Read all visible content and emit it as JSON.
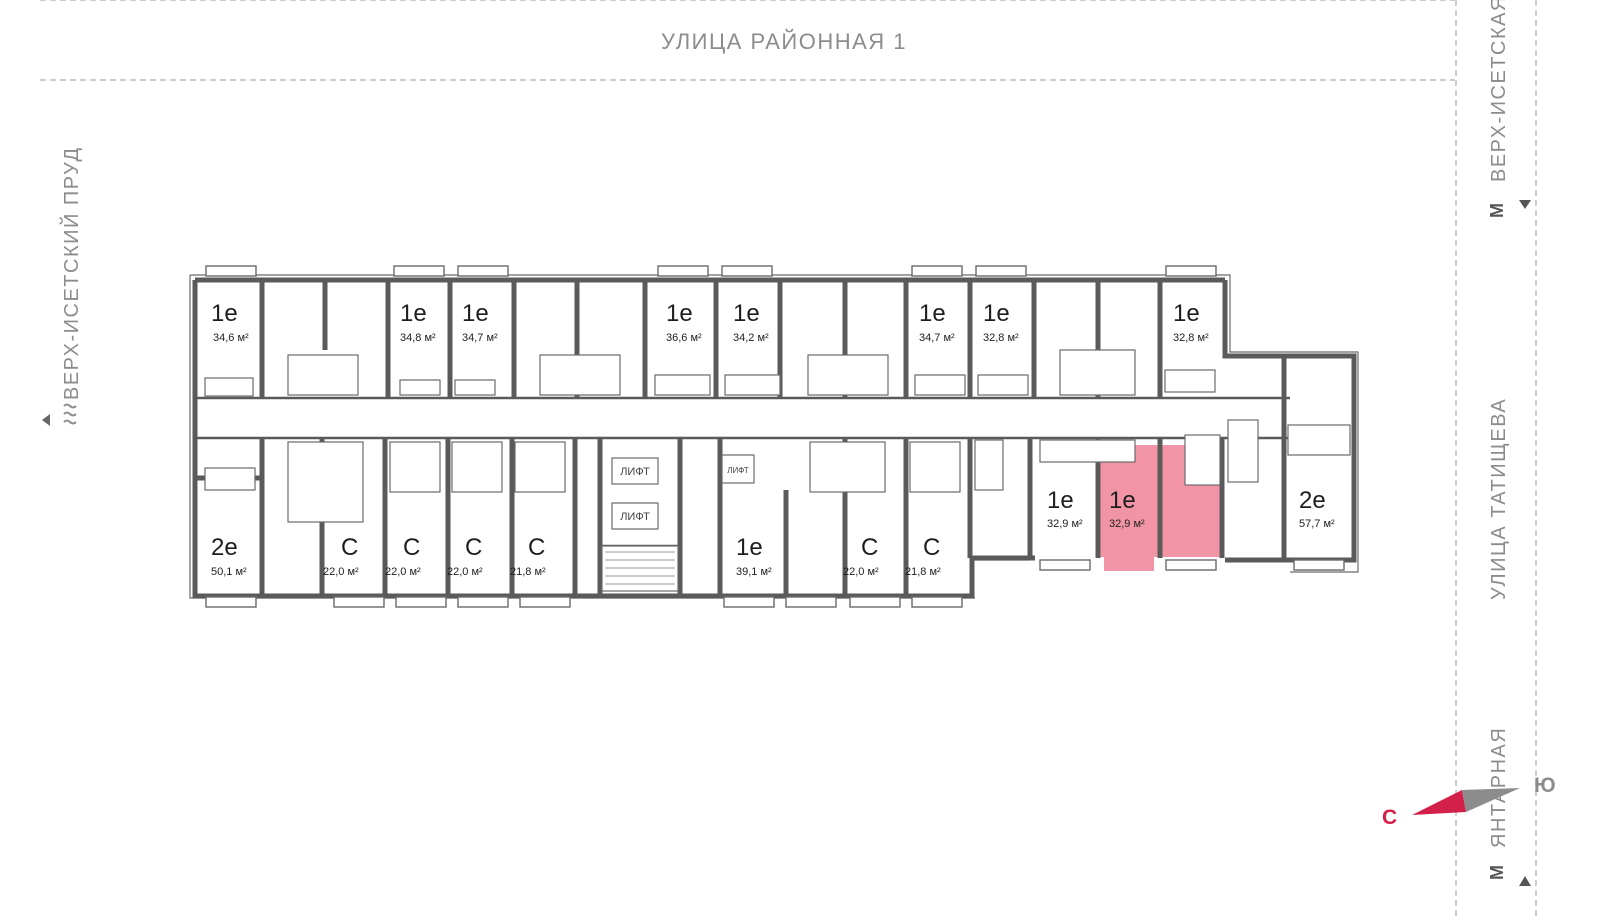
{
  "streets": {
    "top": "УЛИЦА  РАЙОННАЯ  1",
    "left": "ВЕРХ-ИСЕТСКИЙ  ПРУД",
    "right_main": "УЛИЦА  ТАТИЩЕВА",
    "metro_top": "ВЕРХ-ИСЕТСКАЯ",
    "metro_bottom": "ЯНТАРНАЯ"
  },
  "metro_icon": "М",
  "lift_label": "ЛИФТ",
  "compass": {
    "north": "С",
    "south": "Ю",
    "north_color": "#d2204a",
    "south_color": "#8c8c8c"
  },
  "highlight_color": "#e8546f",
  "selected_apartment": "apt-1e-32-9-b",
  "apartments": [
    {
      "id": "apt-1e-34-6",
      "type": "1е",
      "area": "34,6 м²"
    },
    {
      "id": "apt-1e-34-8",
      "type": "1е",
      "area": "34,8 м²"
    },
    {
      "id": "apt-1e-34-7-a",
      "type": "1е",
      "area": "34,7 м²"
    },
    {
      "id": "apt-1e-36-6",
      "type": "1е",
      "area": "36,6 м²"
    },
    {
      "id": "apt-1e-34-2",
      "type": "1е",
      "area": "34,2 м²"
    },
    {
      "id": "apt-1e-34-7-b",
      "type": "1е",
      "area": "34,7 м²"
    },
    {
      "id": "apt-1e-32-8-a",
      "type": "1е",
      "area": "32,8 м²"
    },
    {
      "id": "apt-1e-32-8-b",
      "type": "1е",
      "area": "32,8 м²"
    },
    {
      "id": "apt-2e-50-1",
      "type": "2е",
      "area": "50,1 м²"
    },
    {
      "id": "apt-c-22-0-a",
      "type": "С",
      "area": "22,0 м²"
    },
    {
      "id": "apt-c-22-0-b",
      "type": "С",
      "area": "22,0 м²"
    },
    {
      "id": "apt-c-22-0-c",
      "type": "С",
      "area": "22,0 м²"
    },
    {
      "id": "apt-c-21-8-a",
      "type": "С",
      "area": "21,8 м²"
    },
    {
      "id": "apt-1e-39-1",
      "type": "1е",
      "area": "39,1 м²"
    },
    {
      "id": "apt-c-22-0-d",
      "type": "С",
      "area": "22,0 м²"
    },
    {
      "id": "apt-c-21-8-b",
      "type": "С",
      "area": "21,8 м²"
    },
    {
      "id": "apt-1e-32-9-a",
      "type": "1е",
      "area": "32,9 м²"
    },
    {
      "id": "apt-1e-32-9-b",
      "type": "1е",
      "area": "32,9 м²"
    },
    {
      "id": "apt-2e-57-7",
      "type": "2е",
      "area": "57,7 м²"
    }
  ]
}
